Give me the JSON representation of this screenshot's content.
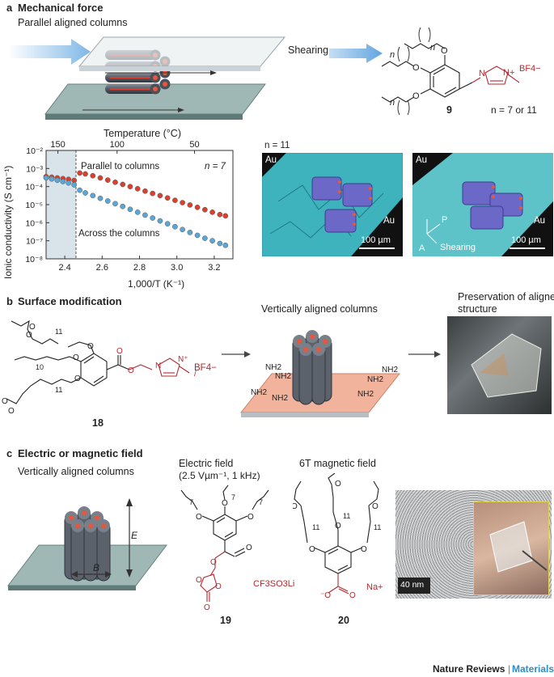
{
  "section_a": {
    "letter": "a",
    "title": "Mechanical force",
    "subtitle": "Parallel aligned columns",
    "shearing": "Shearing"
  },
  "compound9": {
    "number": "9",
    "n_note": "n = 7 or 11",
    "counterion": "BF4−",
    "n_label": "n",
    "ring_N": "N",
    "ring_Nplus": "N+"
  },
  "chart": {
    "top_label": "Temperature (°C)",
    "ylabel": "Ionic conductivity  (S cm⁻¹)",
    "xlabel": "1,000/T (K⁻¹)",
    "n_label": "n = 7",
    "parallel_label": "Parallel to columns",
    "across_label": "Across the columns"
  },
  "chart_data": {
    "type": "scatter",
    "xlabel": "1,000/T (K⁻¹)",
    "ylabel": "Ionic conductivity  (S cm⁻¹)",
    "x_ticks": [
      "2.4",
      "2.6",
      "2.8",
      "3.0",
      "3.2"
    ],
    "y_ticks": [
      "10⁻²",
      "10⁻³",
      "10⁻⁴",
      "10⁻⁵",
      "10⁻⁶",
      "10⁻⁷",
      "10⁻⁸"
    ],
    "top_ticks": [
      "150",
      "100",
      "50"
    ],
    "xlim": [
      2.3,
      3.3
    ],
    "ylim_log10": [
      -8,
      -2
    ],
    "transition_x": 2.46,
    "series": [
      {
        "name": "Parallel to columns",
        "color": "#d9412f",
        "x": [
          2.3,
          2.33,
          2.36,
          2.39,
          2.42,
          2.45,
          2.48,
          2.51,
          2.55,
          2.59,
          2.63,
          2.67,
          2.71,
          2.75,
          2.79,
          2.83,
          2.87,
          2.91,
          2.95,
          2.99,
          3.03,
          3.07,
          3.11,
          3.15,
          3.19,
          3.23,
          3.26
        ],
        "y": [
          -3.45,
          -3.48,
          -3.52,
          -3.56,
          -3.6,
          -3.66,
          -3.25,
          -3.3,
          -3.4,
          -3.52,
          -3.64,
          -3.76,
          -3.88,
          -4.0,
          -4.12,
          -4.25,
          -4.38,
          -4.5,
          -4.63,
          -4.76,
          -4.89,
          -5.02,
          -5.15,
          -5.28,
          -5.42,
          -5.55,
          -5.62
        ]
      },
      {
        "name": "Across the columns",
        "color": "#5aa7d6",
        "x": [
          2.3,
          2.33,
          2.36,
          2.39,
          2.42,
          2.45,
          2.48,
          2.51,
          2.55,
          2.59,
          2.63,
          2.67,
          2.71,
          2.75,
          2.79,
          2.83,
          2.87,
          2.91,
          2.95,
          2.99,
          3.03,
          3.07,
          3.11,
          3.15,
          3.19,
          3.23,
          3.26
        ],
        "y": [
          -3.52,
          -3.58,
          -3.65,
          -3.72,
          -3.8,
          -3.9,
          -4.2,
          -4.35,
          -4.5,
          -4.65,
          -4.8,
          -4.95,
          -5.1,
          -5.26,
          -5.42,
          -5.58,
          -5.74,
          -5.9,
          -6.06,
          -6.22,
          -6.38,
          -6.54,
          -6.7,
          -6.86,
          -7.0,
          -7.15,
          -7.25
        ]
      }
    ]
  },
  "micrographs": {
    "n_label": "n = 11",
    "au": "Au",
    "scale": "100 µm",
    "P": "P",
    "A": "A",
    "shearing": "Shearing"
  },
  "section_b": {
    "letter": "b",
    "title": "Surface modification",
    "middle_caption": "Vertically aligned columns",
    "right_caption_1": "Preservation of aligned",
    "right_caption_2": "structure",
    "nh2": "NH2"
  },
  "compound18": {
    "number": "18",
    "counterion": "BF4−",
    "sub11": "11",
    "sub10": "10"
  },
  "section_c": {
    "letter": "c",
    "title": "Electric or magnetic field",
    "subtitle": "Vertically aligned columns",
    "E": "E",
    "B": "B",
    "efield_1": "Electric field",
    "efield_2": "(2.5 Vµm⁻¹, 1 kHz)",
    "mfield": "6T magnetic field",
    "scalebar": "40 nm"
  },
  "compound19": {
    "number": "19",
    "salt": "CF3SO3Li",
    "sub7": "7"
  },
  "compound20": {
    "number": "20",
    "counterion": "Na+",
    "sub11": "11"
  },
  "footer": {
    "journal": "Nature Reviews",
    "separator": "|",
    "section": "Materials"
  }
}
